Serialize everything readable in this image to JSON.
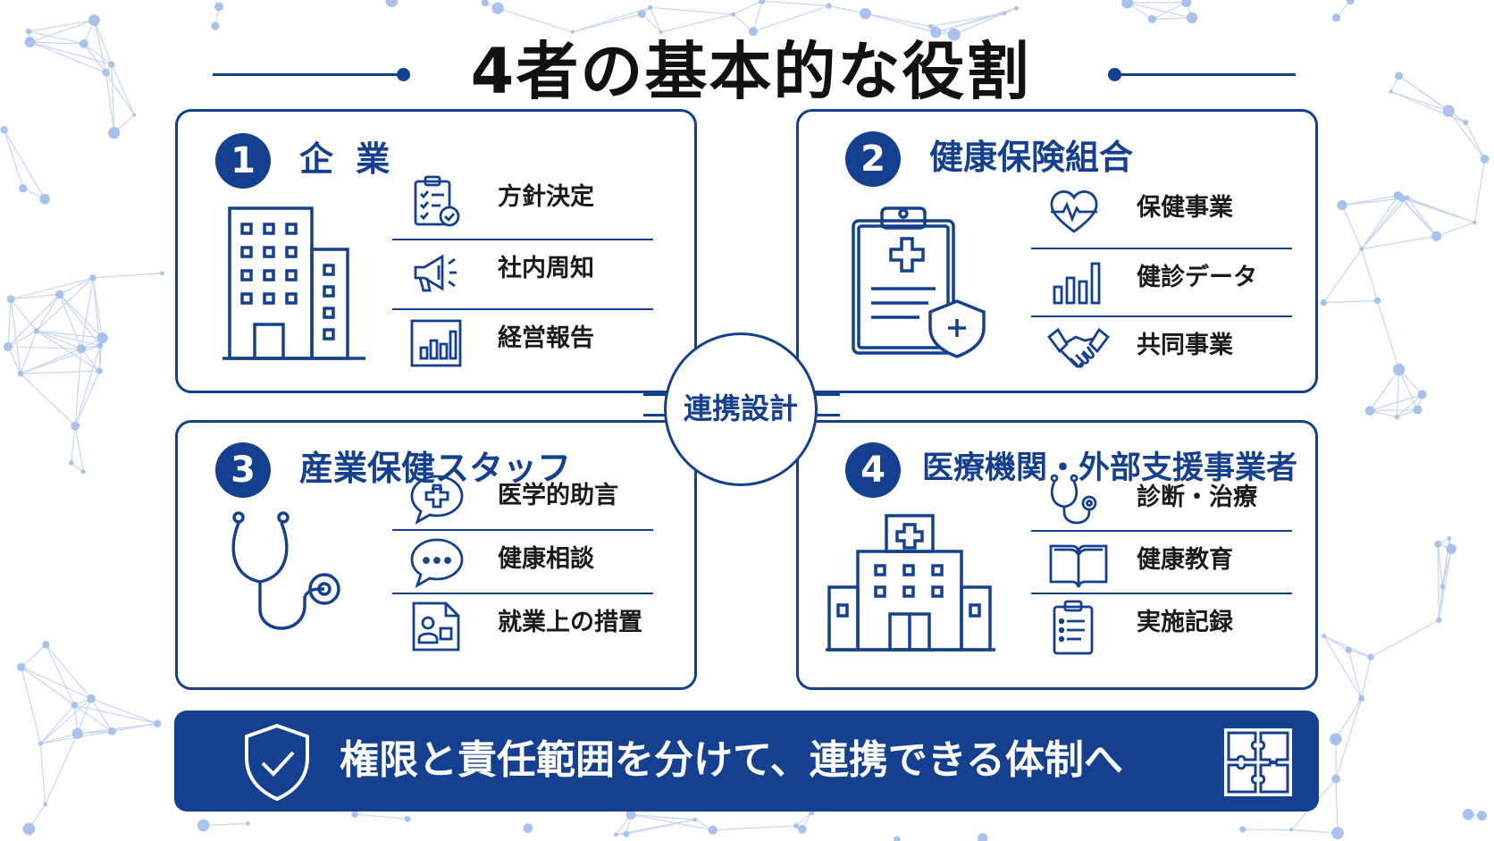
{
  "title": "4者の基本的な役割",
  "center_label": "連携設計",
  "cards": [
    {
      "num": "1",
      "title": "企 業",
      "big_icon": "office-building-icon",
      "items": [
        {
          "label": "方針決定",
          "icon": "clipboard-check-icon"
        },
        {
          "label": "社内周知",
          "icon": "megaphone-icon"
        },
        {
          "label": "経営報告",
          "icon": "bar-chart-report-icon"
        }
      ]
    },
    {
      "num": "2",
      "title": "健康保険組合",
      "big_icon": "clipboard-shield-icon",
      "items": [
        {
          "label": "保健事業",
          "icon": "heart-pulse-icon"
        },
        {
          "label": "健診データ",
          "icon": "bar-chart-icon"
        },
        {
          "label": "共同事業",
          "icon": "handshake-icon"
        }
      ]
    },
    {
      "num": "3",
      "title": "産業保健スタッフ",
      "big_icon": "stethoscope-icon",
      "items": [
        {
          "label": "医学的助言",
          "icon": "medical-chat-icon"
        },
        {
          "label": "健康相談",
          "icon": "chat-bubble-icon"
        },
        {
          "label": "就業上の措置",
          "icon": "id-document-icon"
        }
      ]
    },
    {
      "num": "4",
      "title": "医療機関・外部支援事業者",
      "big_icon": "hospital-icon",
      "items": [
        {
          "label": "診断・治療",
          "icon": "stethoscope-small-icon"
        },
        {
          "label": "健康教育",
          "icon": "open-book-icon"
        },
        {
          "label": "実施記録",
          "icon": "clipboard-list-icon"
        }
      ]
    }
  ],
  "banner": {
    "text": "権限と責任範囲を分けて、連携できる体制へ",
    "left_icon": "shield-check-icon",
    "right_icon": "puzzle-icon"
  },
  "colors": {
    "primary": "#14408f",
    "background": "#ffffff",
    "network": "#b9cdee"
  }
}
